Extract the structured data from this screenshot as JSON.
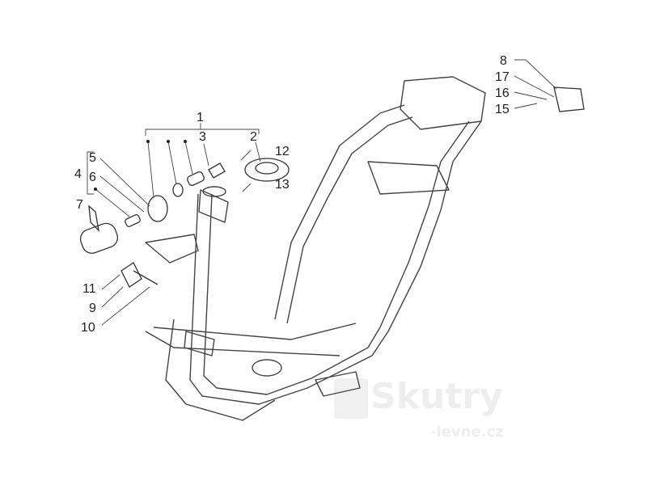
{
  "diagram": {
    "callouts": [
      "1",
      "2",
      "3",
      "4",
      "5",
      "6",
      "7",
      "8",
      "9",
      "10",
      "11",
      "12",
      "13",
      "15",
      "16",
      "17"
    ]
  },
  "watermark": {
    "line1": "Skutry",
    "line2": "-levne.cz"
  }
}
